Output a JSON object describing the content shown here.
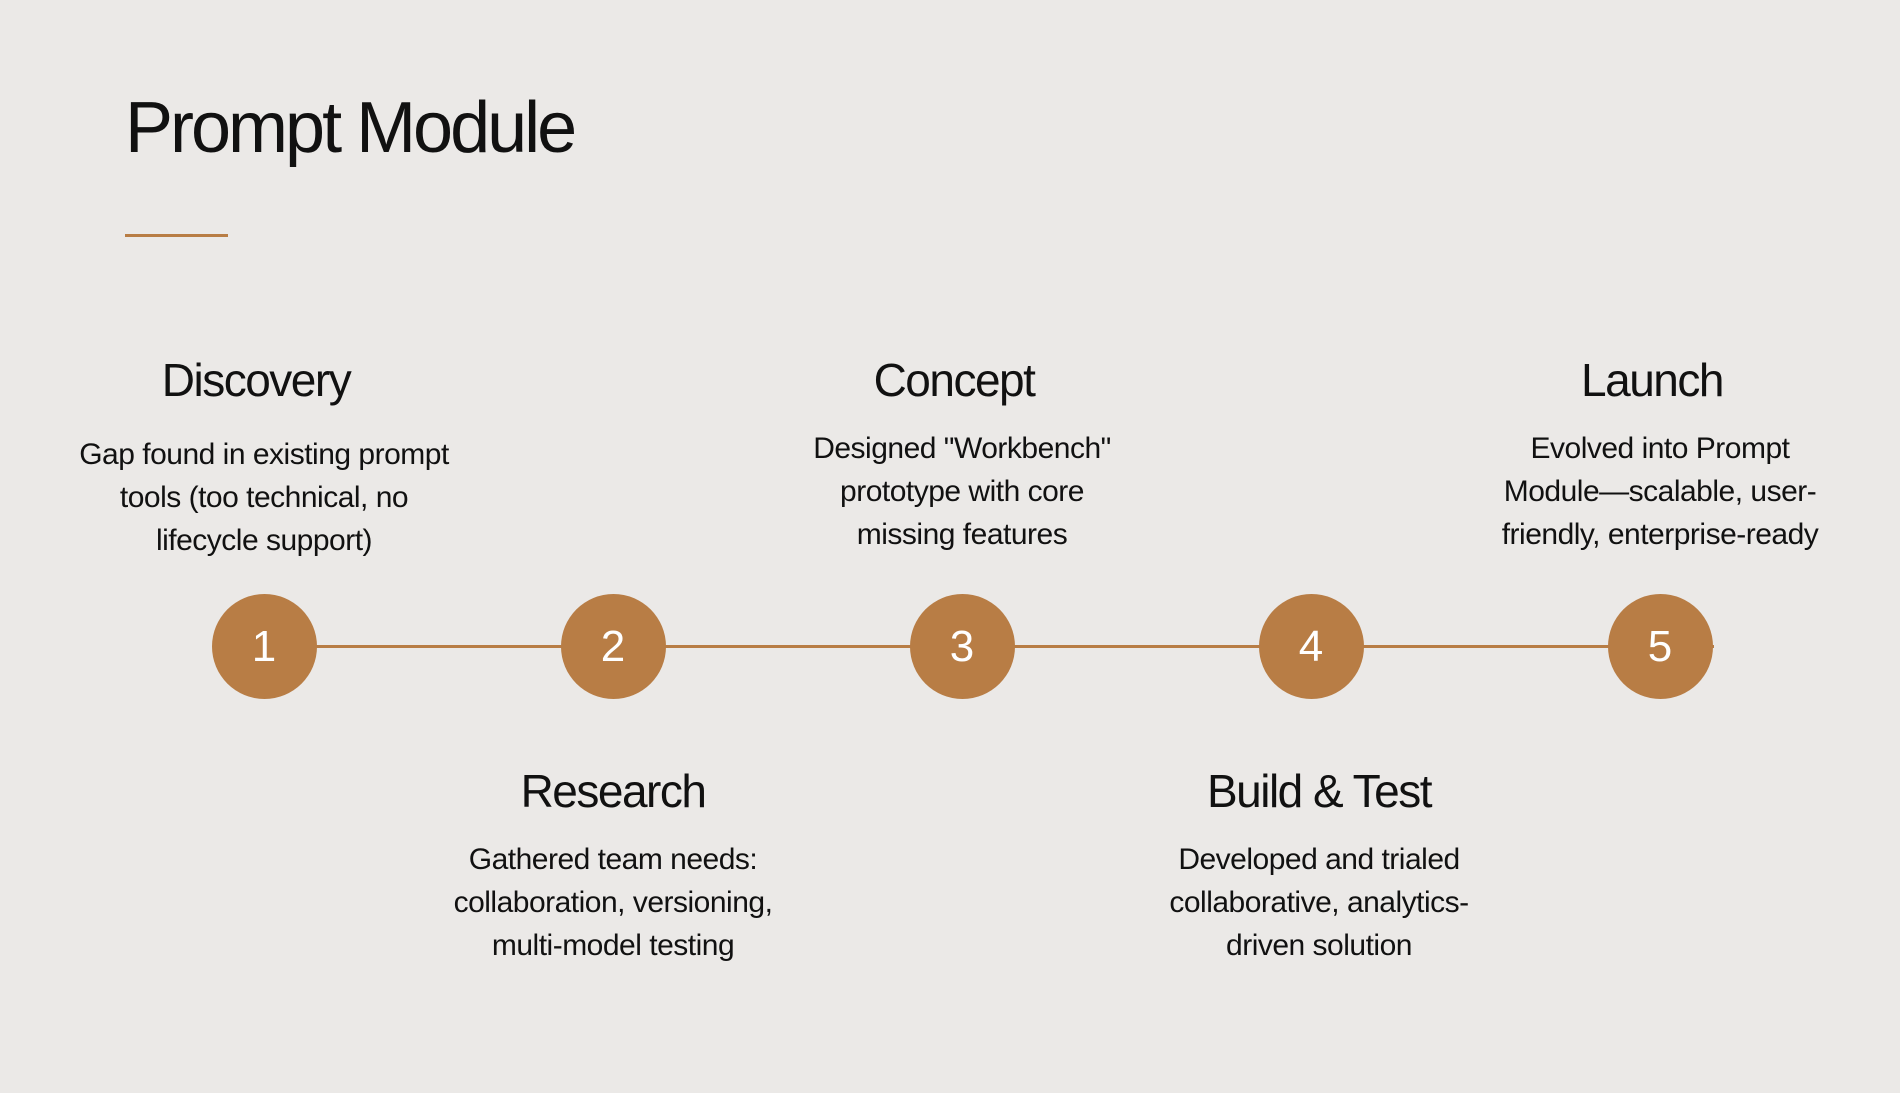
{
  "title": "Prompt Module",
  "accent_color": "#b87d45",
  "background_color": "#ebe9e7",
  "steps": [
    {
      "number": "1",
      "title": "Discovery",
      "description": "Gap found in existing prompt tools (too technical, no lifecycle support)"
    },
    {
      "number": "2",
      "title": "Research",
      "description": "Gathered team needs: collaboration, versioning, multi-model testing"
    },
    {
      "number": "3",
      "title": "Concept",
      "description": "Designed \"Workbench\" prototype with core missing features"
    },
    {
      "number": "4",
      "title": "Build & Test",
      "description": "Developed and trialed collaborative, analytics-driven solution"
    },
    {
      "number": "5",
      "title": "Launch",
      "description": "Evolved into Prompt Module—scalable, user-friendly, enterprise-ready"
    }
  ]
}
